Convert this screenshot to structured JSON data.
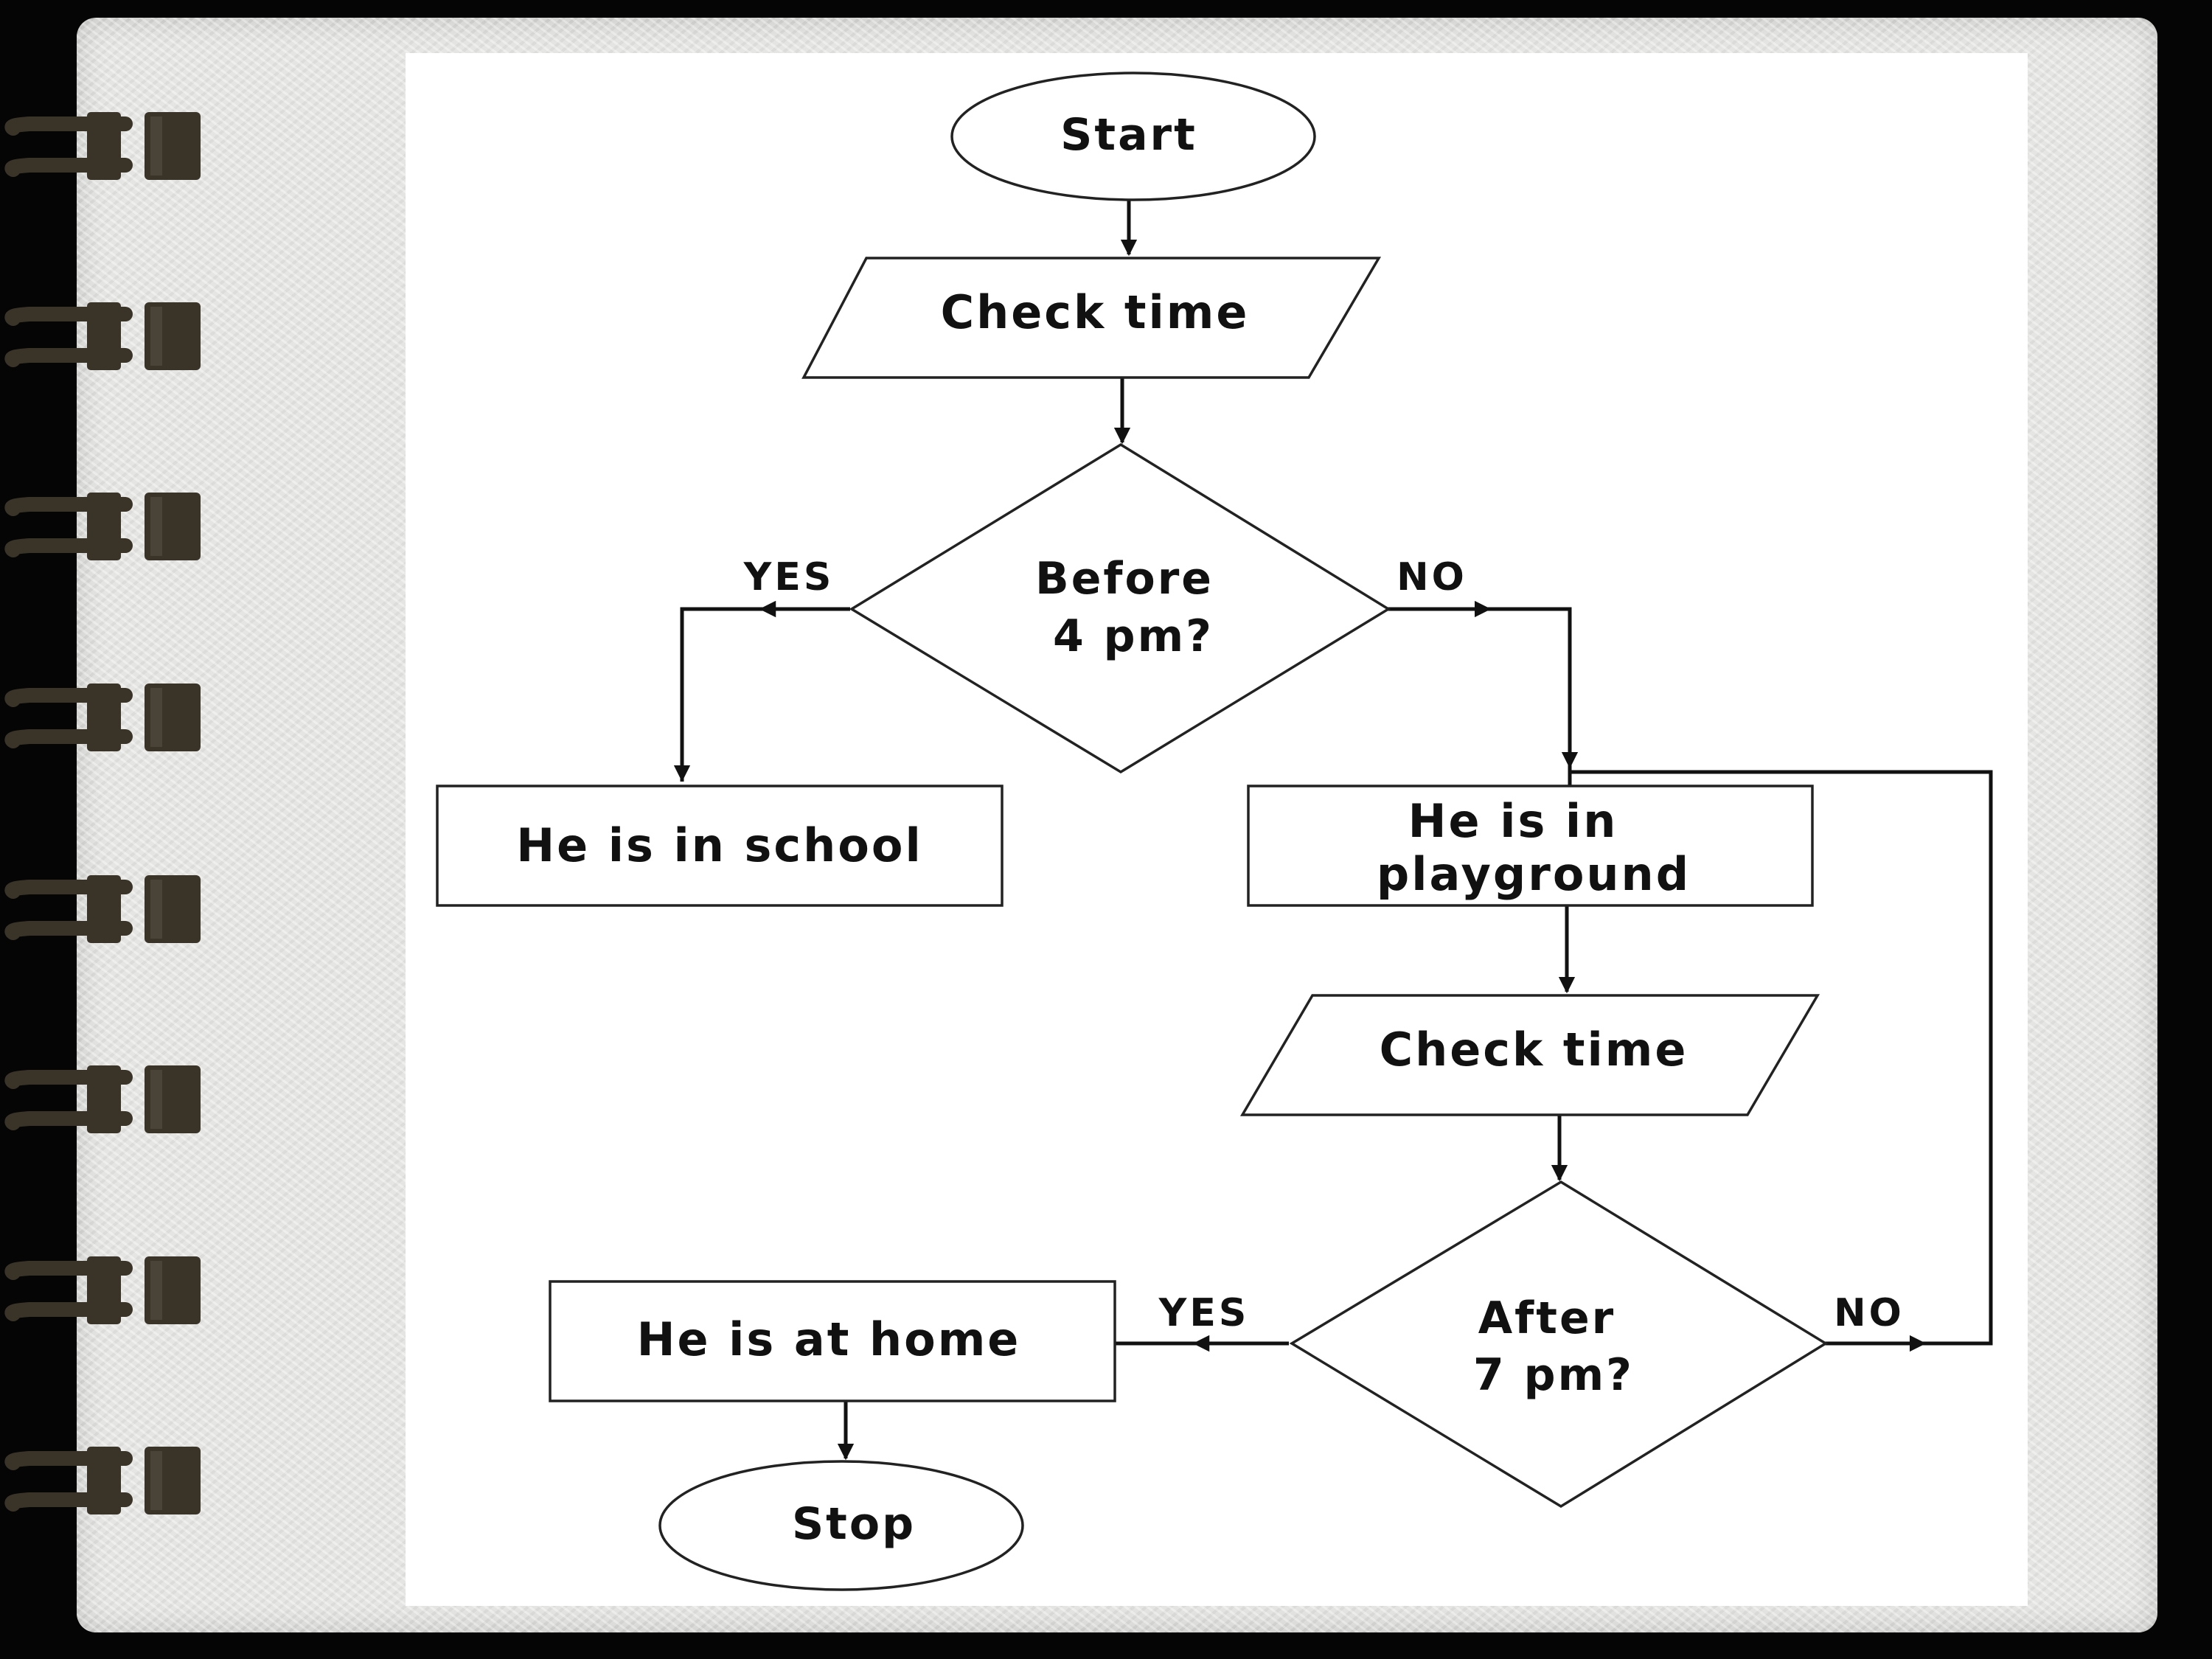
{
  "flowchart": {
    "start": "Start",
    "check_time_1": "Check time",
    "decision_1": {
      "line1": "Before",
      "line2": "4 pm?"
    },
    "decision_1_yes": "YES",
    "decision_1_no": "NO",
    "school": "He is in school",
    "playground": {
      "line1": "He is in",
      "line2": "playground"
    },
    "check_time_2": "Check time",
    "decision_2": {
      "line1": "After",
      "line2": "7 pm?"
    },
    "decision_2_yes": "YES",
    "decision_2_no": "NO",
    "home": "He is at home",
    "stop": "Stop"
  },
  "colors": {
    "background": "#050505",
    "notebook": "#e6e6e4",
    "page": "#ffffff",
    "ink": "#111111",
    "ring": "#3a3428"
  }
}
